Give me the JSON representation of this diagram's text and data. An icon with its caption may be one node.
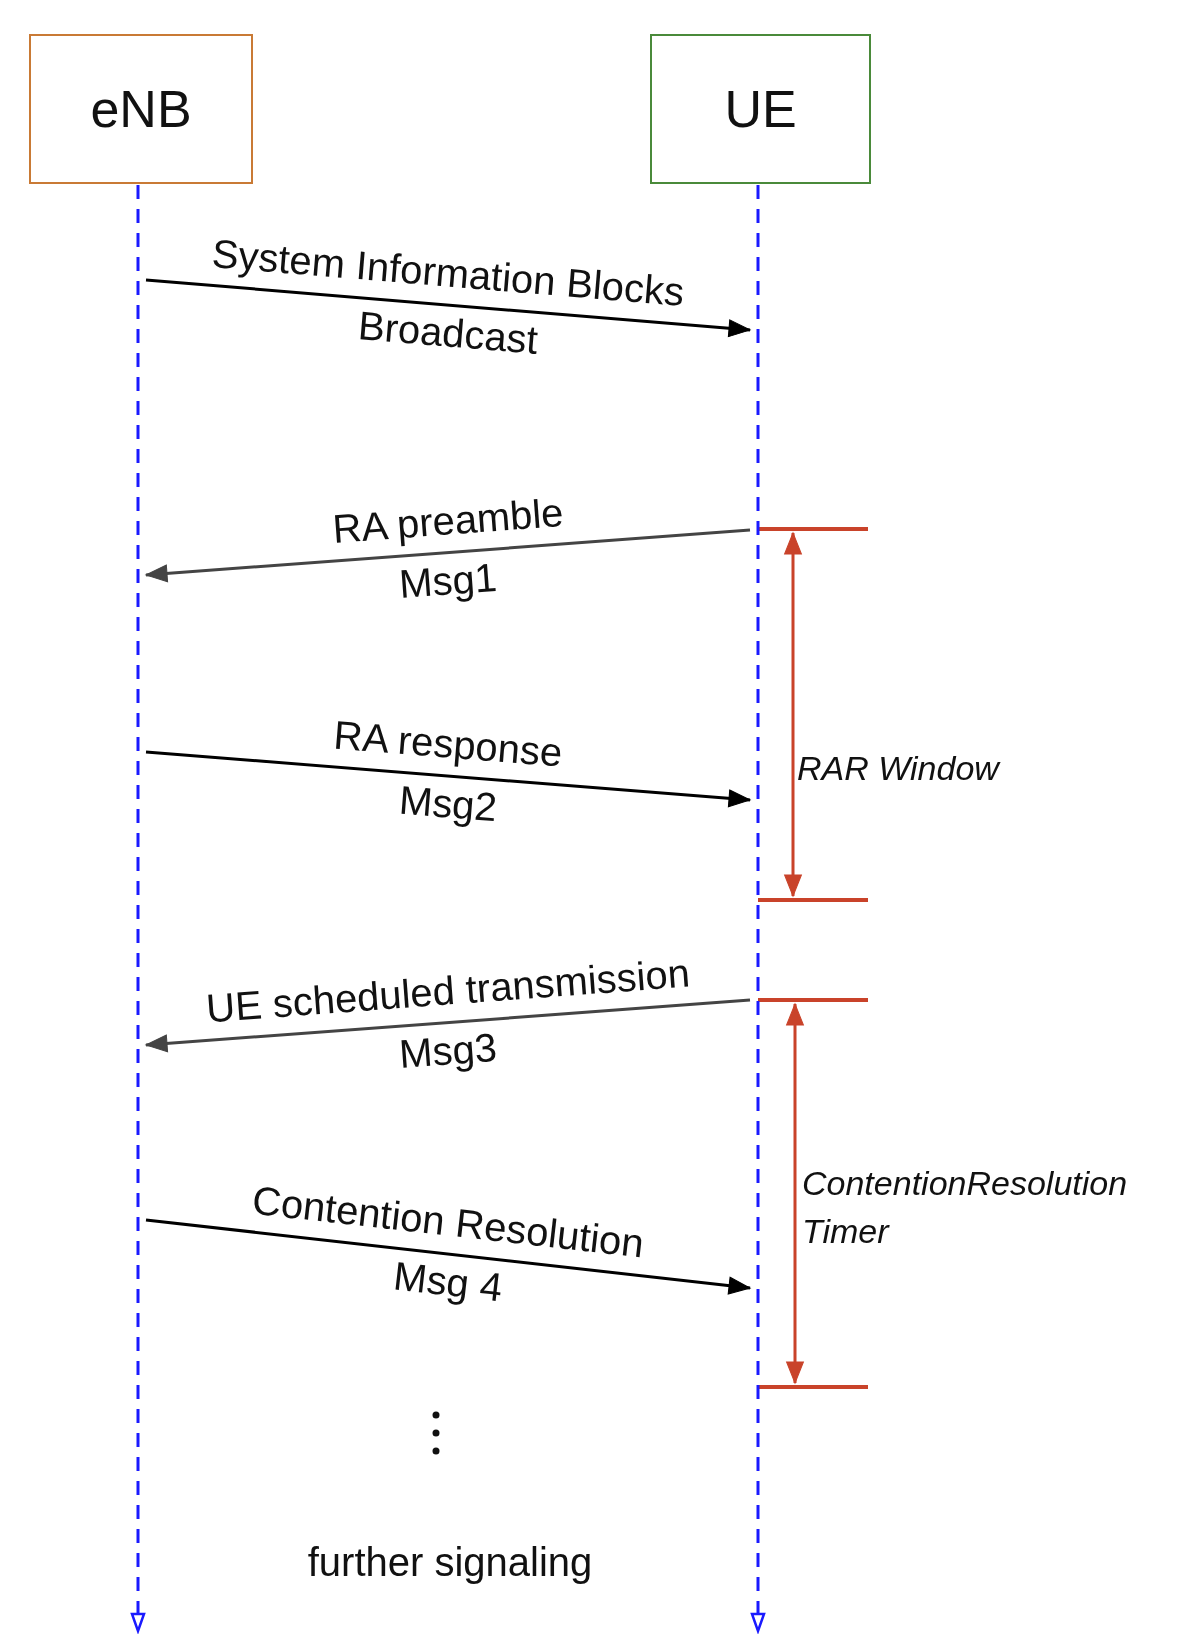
{
  "diagram": {
    "nodes": [
      {
        "text": [
          "eNB"
        ]
      },
      {
        "text": [
          "UE"
        ]
      },
      {
        "text": [],
        "shape": "line"
      },
      {
        "text": [],
        "shape": "line"
      }
    ],
    "edges": [
      {
        "from": 2,
        "to": 3,
        "arrow": "to",
        "label": "System Information Blocks"
      },
      {
        "from": 3,
        "to": 2,
        "arrow": "to",
        "label": "RA preamble",
        "color": "#444444"
      },
      {
        "from": 2,
        "to": 3,
        "arrow": "to",
        "label": "RA response"
      },
      {
        "from": 3,
        "to": 2,
        "arrow": "to",
        "label": "UE scheduled transmission",
        "color": "#444444"
      },
      {
        "from": 2,
        "to": 3,
        "arrow": "to",
        "label": "Contention Resolution"
      }
    ],
    "labels": [
      "Broadcast",
      "Msg1",
      "Msg2",
      "RAR Window",
      "Msg3",
      "ContentionResolution Timer",
      "Msg 4",
      "further signaling"
    ]
  }
}
